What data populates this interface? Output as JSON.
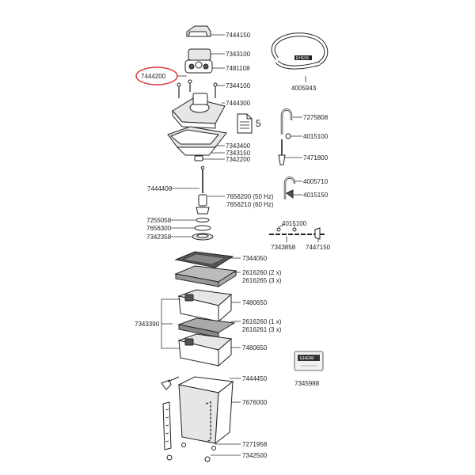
{
  "highlighted_part": "7444200",
  "parts": {
    "p7444150": "7444150",
    "p7343100": "7343100",
    "p7481108": "7481108",
    "p7444200": "7444200",
    "p7344100": "7344100",
    "p7444300": "7444300",
    "p5": "5",
    "p7343400": "7343400",
    "p7343150": "7343150",
    "p7342200": "7342200",
    "p7444400": "7444400",
    "p7656200": "7656200 (50 Hz)",
    "p7656210": "7656210 (60 Hz)",
    "p7255058": "7255058",
    "p7656300": "7656300",
    "p7342358": "7342358",
    "p7344050": "7344050",
    "p2616260a": "2616260 (2 x)",
    "p2616265": "2616265 (3 x)",
    "p7480650a": "7480650",
    "p7343390": "7343390",
    "p2616260b": "2616260 (1 x)",
    "p2616261": "2616261 (3 x)",
    "p7480650b": "7480650",
    "p7444450": "7444450",
    "p7676000": "7676000",
    "p7271958": "7271958",
    "p7342500": "7342500",
    "p4005943": "4005943",
    "p7275808": "7275808",
    "p4015100a": "4015100",
    "p7471800": "7471800",
    "p4005710": "4005710",
    "p4015150": "4015150",
    "p4015100b": "4015100",
    "p7343858": "7343858",
    "p7447150": "7447150",
    "p7345988": "7345988"
  },
  "brand_text": "EHEIM",
  "colors": {
    "highlight": "#e0303a",
    "line": "#333333"
  }
}
